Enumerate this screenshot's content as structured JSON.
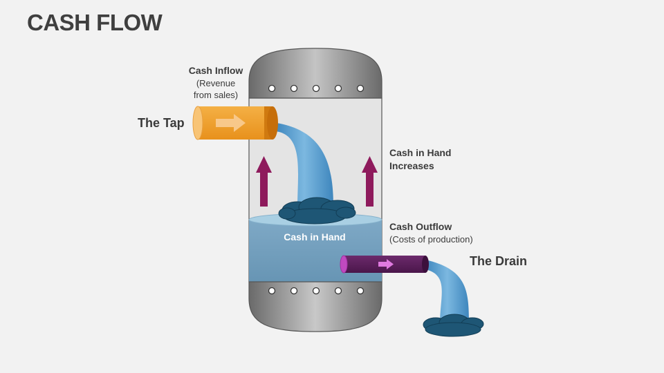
{
  "title": "CASH FLOW",
  "labels": {
    "tap": "The Tap",
    "inflow_heading": "Cash Inflow",
    "inflow_detail_line1": "(Revenue",
    "inflow_detail_line2": "from sales)",
    "increase_line1": "Cash in Hand",
    "increase_line2": "Increases",
    "cash_in_hand": "Cash in Hand",
    "outflow_heading": "Cash Outflow",
    "outflow_detail": "(Costs of production)",
    "drain": "The Drain"
  },
  "colors": {
    "tank_body": "#e4e4e4",
    "tank_cap": "#7a7a7a",
    "water": "#6f9fbf",
    "stream": "#5a9fd0",
    "tap_pipe": "#f0a030",
    "drain_pipe": "#5c1f5c",
    "arrow_up": "#8e1a5c",
    "splash": "#1e5675"
  },
  "icons": [
    "tap-flow-arrow-icon",
    "drain-flow-arrow-icon",
    "up-arrow-icon"
  ]
}
